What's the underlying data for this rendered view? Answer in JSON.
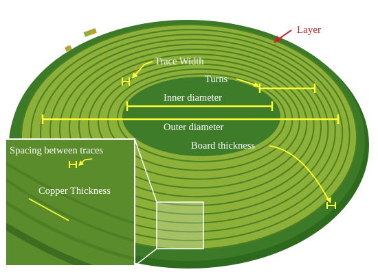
{
  "labels": {
    "layer": "Layer",
    "trace_width": "Trace Width",
    "turns": "Turns",
    "inner_diameter": "Inner diameter",
    "outer_diameter": "Outer diameter",
    "board_thickness": "Board thickness",
    "spacing_between_traces": "Spacing between traces",
    "copper_thickness": "Copper Thickness"
  },
  "colors": {
    "board_dark": "#3d7a28",
    "board_edge": "#2e6a1e",
    "copper_trace": "#8cb038",
    "copper_gap": "#4d7f24",
    "inner_board": "#3f7c29",
    "annotation": "#ffff33",
    "layer_arrow": "#c0282c",
    "pad": "#d09a2a"
  }
}
